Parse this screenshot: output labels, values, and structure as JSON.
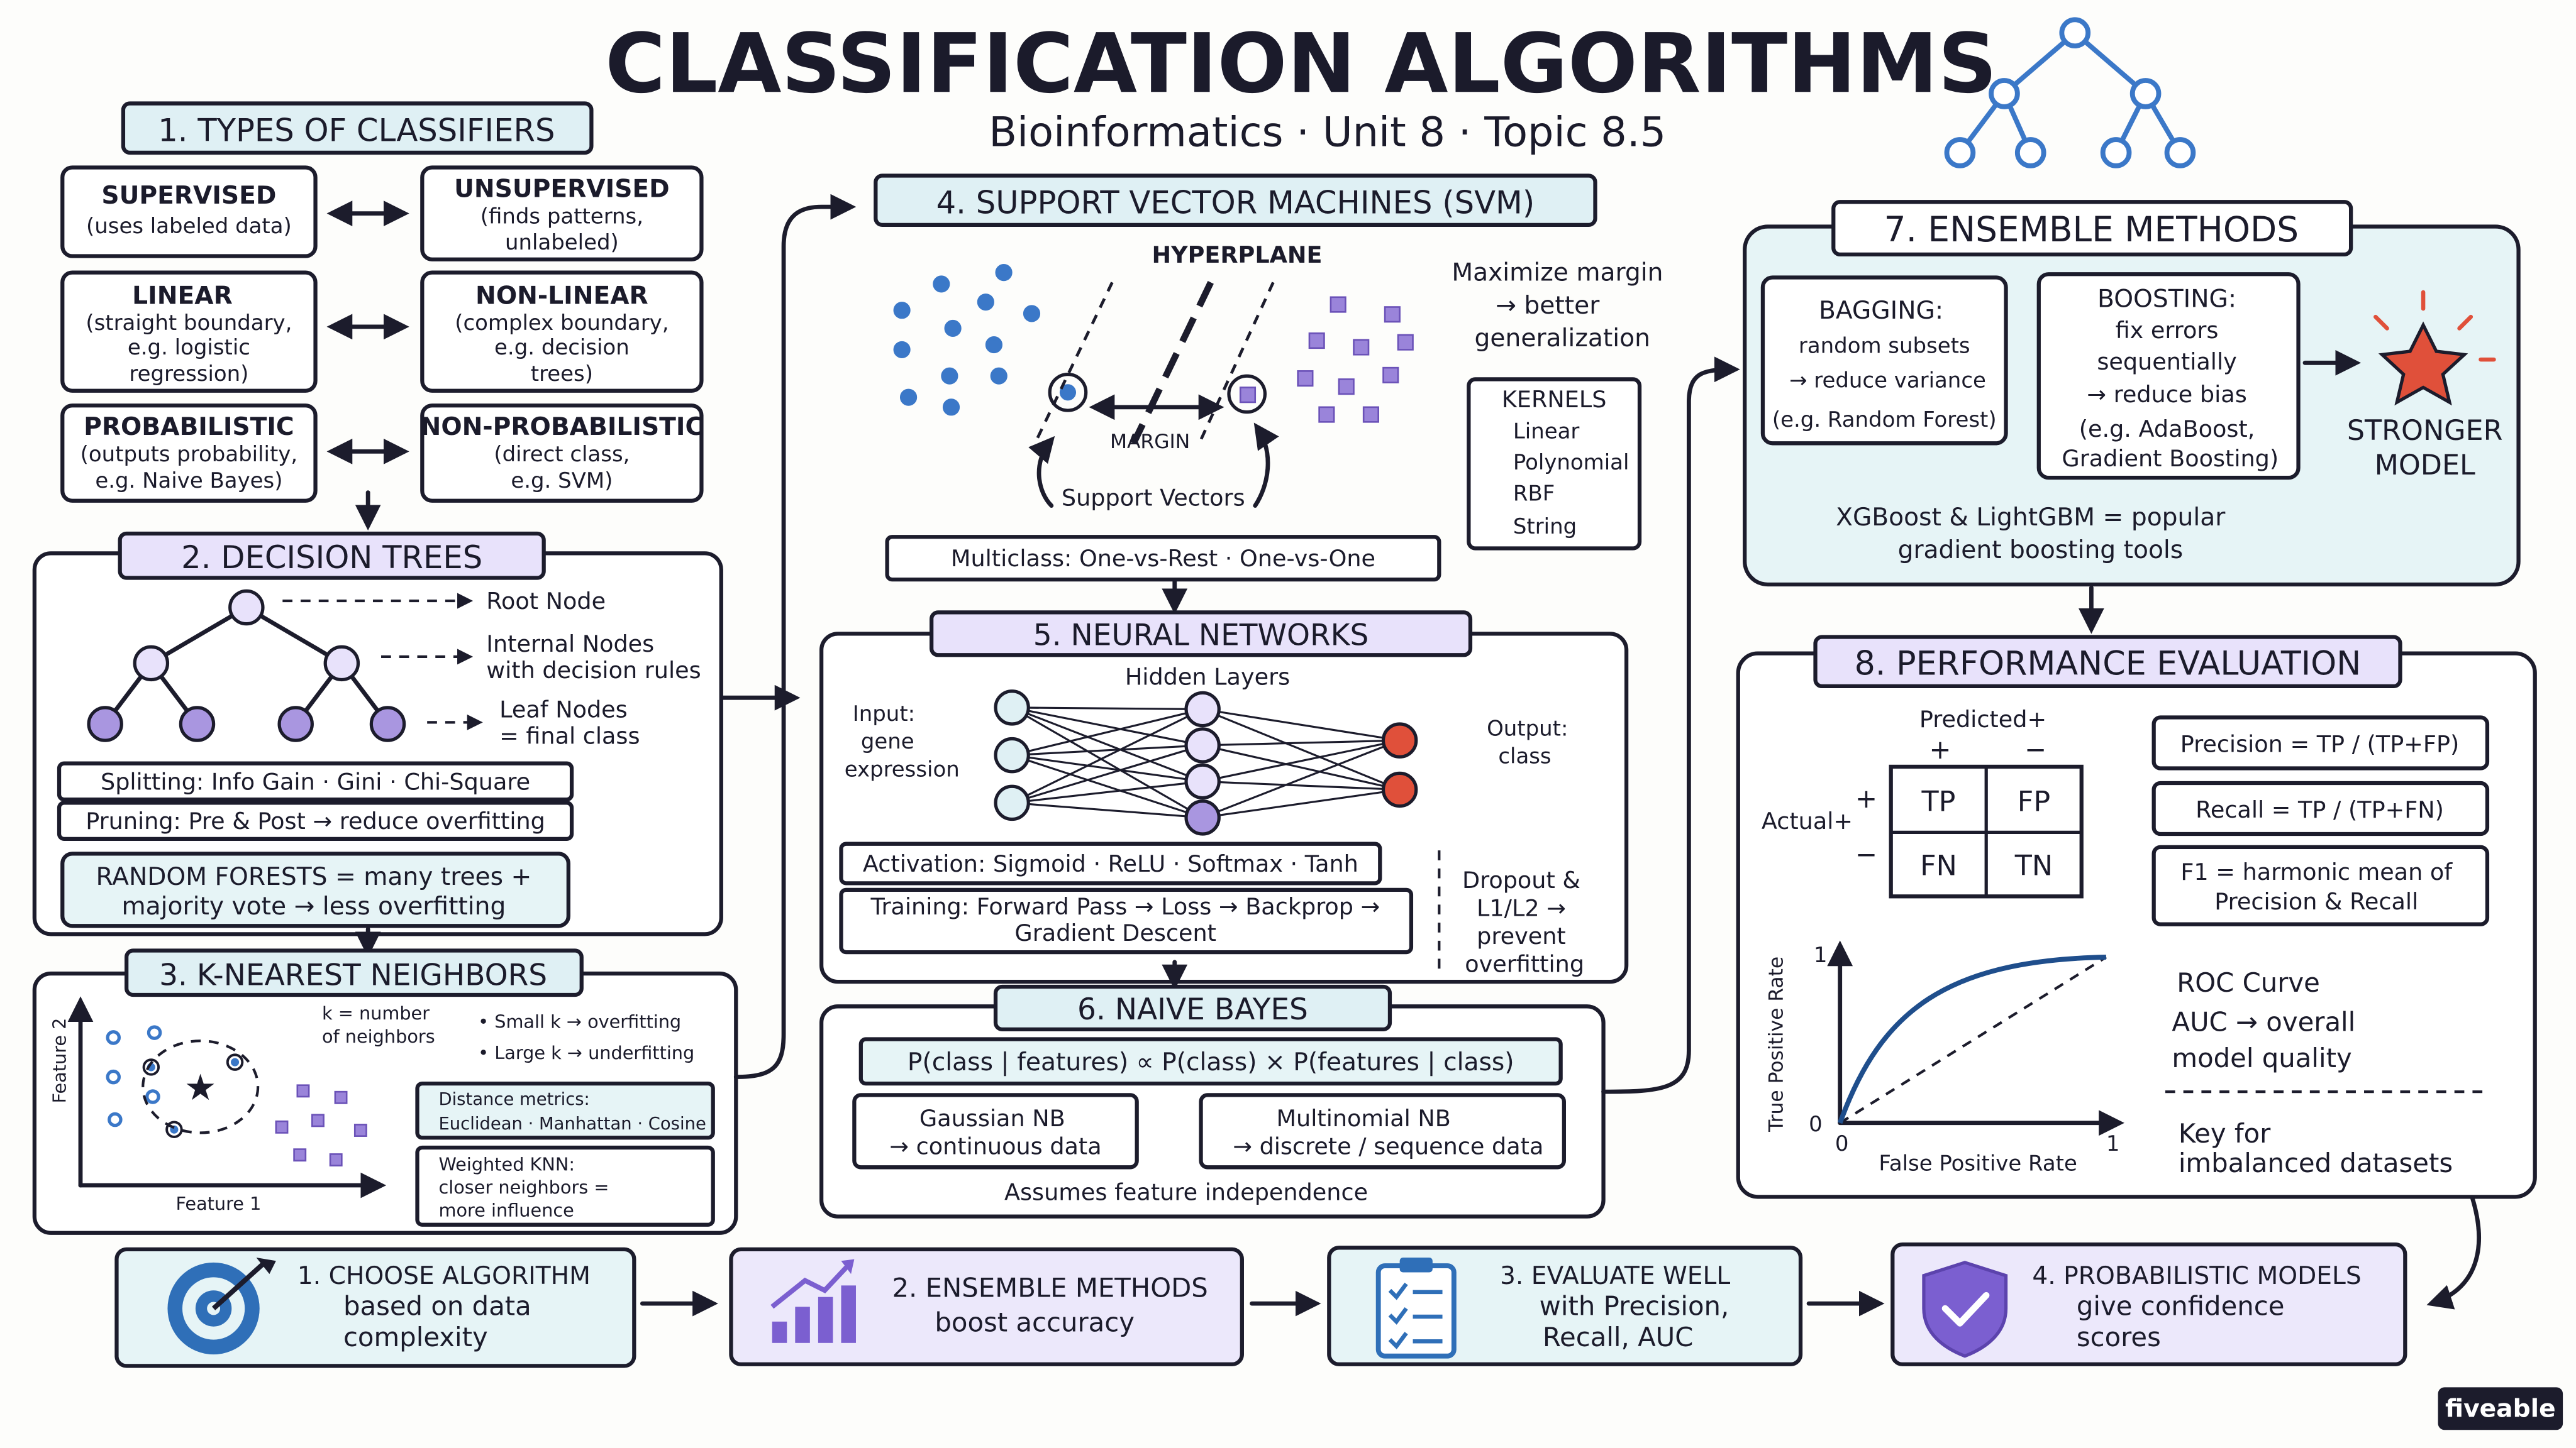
{
  "title": "CLASSIFICATION ALGORITHMS",
  "subtitle": "Bioinformatics · Unit 8 · Topic 8.5",
  "brand": "fiveable",
  "colors": {
    "blue_fill": "#e6f4f6",
    "purple_fill": "#ece8fb",
    "ink": "#1c1c2c",
    "accent_red": "#e0503a",
    "accent_blue": "#3b78c8",
    "accent_purple": "#9a84da"
  },
  "icons": {
    "logo": "tree-logo-icon",
    "choose": "target-icon",
    "ensemble": "growth-chart-icon",
    "evaluate": "checklist-icon",
    "probabilistic": "shield-check-icon",
    "stronger": "star-icon"
  },
  "s1": {
    "header": "1. TYPES OF CLASSIFIERS",
    "pairs": [
      {
        "left": [
          "SUPERVISED",
          "(uses labeled data)"
        ],
        "right": [
          "UNSUPERVISED",
          "(finds patterns,",
          "unlabeled)"
        ]
      },
      {
        "left": [
          "LINEAR",
          "(straight boundary,",
          "e.g. logistic",
          "regression)"
        ],
        "right": [
          "NON-LINEAR",
          "(complex boundary,",
          "e.g. decision",
          "trees)"
        ]
      },
      {
        "left": [
          "PROBABILISTIC",
          "(outputs probability,",
          "e.g. Naive Bayes)"
        ],
        "right": [
          "NON-PROBABILISTIC",
          "(direct class,",
          "e.g. SVM)"
        ]
      }
    ]
  },
  "s2": {
    "header": "2. DECISION TREES",
    "root": "Root Node",
    "internal": [
      "Internal Nodes",
      "with decision rules"
    ],
    "leaf": [
      "Leaf Nodes",
      "= final class"
    ],
    "splitting": "Splitting:  Info Gain · Gini · Chi-Square",
    "pruning": "Pruning:  Pre & Post → reduce overfitting",
    "rf": [
      "RANDOM FORESTS = many trees +",
      "majority vote → less overfitting"
    ]
  },
  "s3": {
    "header": "3. K-NEAREST NEIGHBORS",
    "xlabel": "Feature 1",
    "ylabel": "Feature 2",
    "k_note": [
      "k = number",
      "of neighbors"
    ],
    "bullets": [
      "• Small k → overfitting",
      "• Large k → underfitting"
    ],
    "distance": [
      "Distance metrics:",
      "Euclidean · Manhattan · Cosine"
    ],
    "weighted": [
      "Weighted KNN:",
      "closer neighbors =",
      "more influence"
    ]
  },
  "s4": {
    "header": "4. SUPPORT VECTOR MACHINES (SVM)",
    "hyperplane": "HYPERPLANE",
    "margin": "MARGIN",
    "support": "Support Vectors",
    "maximize": [
      "Maximize margin",
      "→ better",
      "generalization"
    ],
    "kernels_title": "KERNELS",
    "kernels": [
      "Linear",
      "Polynomial",
      "RBF",
      "String"
    ],
    "multiclass": "Multiclass:  One-vs-Rest · One-vs-One"
  },
  "s5": {
    "header": "5. NEURAL NETWORKS",
    "hidden": "Hidden Layers",
    "input": [
      "Input:",
      "gene",
      "expression"
    ],
    "output": [
      "Output:",
      "class"
    ],
    "activation": "Activation:  Sigmoid · ReLU · Softmax · Tanh",
    "training": [
      "Training:  Forward Pass → Loss → Backprop →",
      "Gradient Descent"
    ],
    "dropout": [
      "Dropout &",
      "L1/L2 →",
      "prevent",
      "overfitting"
    ]
  },
  "s6": {
    "header": "6. NAIVE BAYES",
    "formula": "P(class | features) ∝ P(class) × P(features | class)",
    "gaussian": [
      "Gaussian NB",
      "→ continuous data"
    ],
    "multinomial": [
      "Multinomial NB",
      "→ discrete / sequence data"
    ],
    "assumes": "Assumes feature independence"
  },
  "s7": {
    "header": "7. ENSEMBLE METHODS",
    "bagging": [
      "BAGGING:",
      "random subsets",
      "→ reduce variance",
      "(e.g. Random Forest)"
    ],
    "boosting": [
      "BOOSTING:",
      "fix errors",
      "sequentially",
      "→ reduce bias",
      "(e.g. AdaBoost,",
      "Gradient Boosting)"
    ],
    "stronger": [
      "STRONGER",
      "MODEL"
    ],
    "xgb": [
      "XGBoost & LightGBM = popular",
      "gradient boosting tools"
    ]
  },
  "s8": {
    "header": "8. PERFORMANCE EVALUATION",
    "predicted": "Predicted+",
    "plus": "+",
    "minus": "−",
    "actual": "Actual+",
    "cells": [
      "TP",
      "FP",
      "FN",
      "TN"
    ],
    "precision": "Precision = TP / (TP+FP)",
    "recall": "Recall = TP / (TP+FN)",
    "f1": [
      "F1 = harmonic mean of",
      "Precision & Recall"
    ],
    "roc_ylabel": "True Positive Rate",
    "roc_xlabel": "False Positive Rate",
    "roc_ticks": {
      "y1": "1",
      "y0": "0",
      "x0": "0",
      "x1": "1"
    },
    "roc_title": "ROC Curve",
    "auc": [
      "AUC → overall",
      "model quality"
    ],
    "key": [
      "Key for",
      "imbalanced datasets"
    ]
  },
  "summary": [
    {
      "title": "1. CHOOSE ALGORITHM",
      "lines": [
        "based on data",
        "complexity"
      ]
    },
    {
      "title": "2. ENSEMBLE METHODS",
      "lines": [
        "boost accuracy"
      ]
    },
    {
      "title": "3. EVALUATE WELL",
      "lines": [
        "with Precision,",
        "Recall, AUC"
      ]
    },
    {
      "title": "4. PROBABILISTIC MODELS",
      "lines": [
        "give confidence",
        "scores"
      ]
    }
  ]
}
